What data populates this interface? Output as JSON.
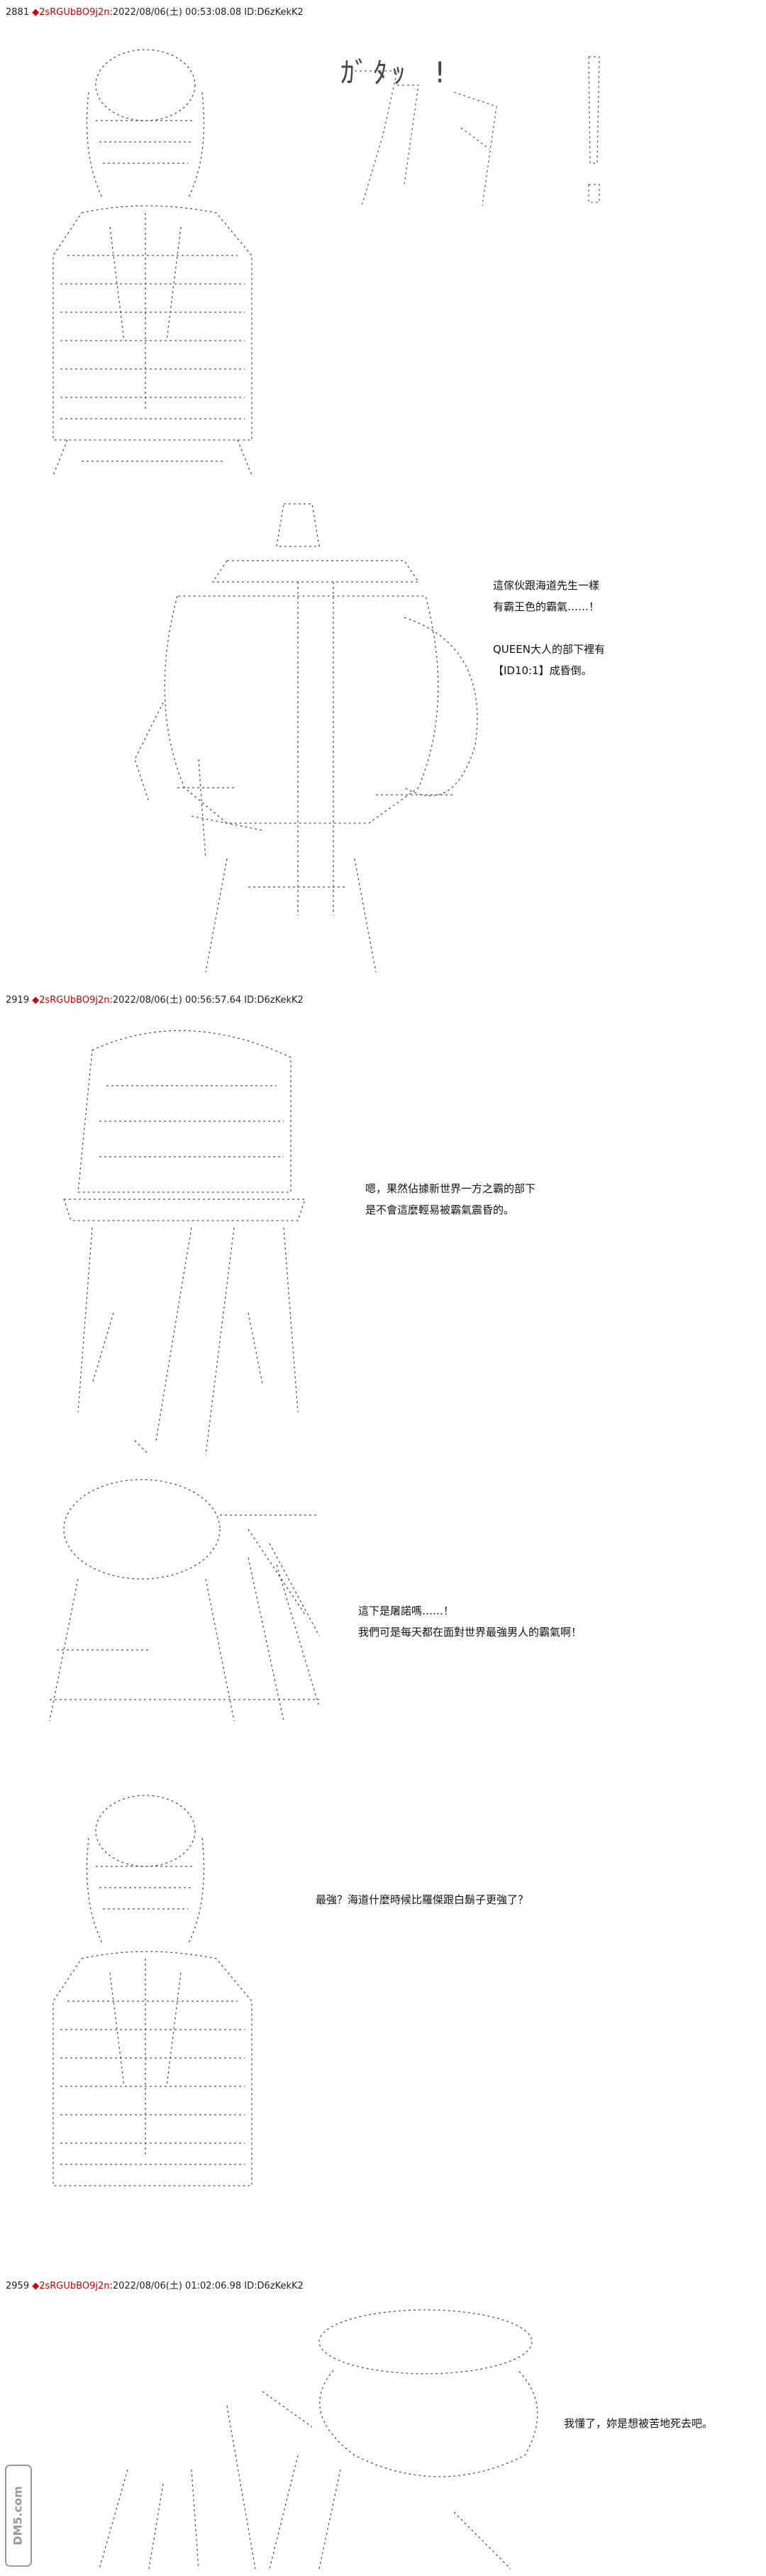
{
  "posts": [
    {
      "number": "2881",
      "diamond": "◆",
      "trip": "2sRGUbBO9j2n",
      "meta": ":2022/08/06(土) 00:53:08.08 ID:D6zKekK2"
    },
    {
      "number": "2919",
      "diamond": "◆",
      "trip": "2sRGUbBO9j2n",
      "meta": ":2022/08/06(土) 00:56:57.64 ID:D6zKekK2"
    },
    {
      "number": "2959",
      "diamond": "◆",
      "trip": "2sRGUbBO9j2n",
      "meta": ":2022/08/06(土) 01:02:06.98 ID:D6zKekK2"
    }
  ],
  "sfx": {
    "text": "ｶﾞﾀｯ !"
  },
  "dialogs": {
    "panel2": [
      "這傢伙跟海道先生一樣",
      "有霸王色的霸氣……！",
      "",
      "QUEEN大人的部下裡有",
      "【ID10:1】成昏倒。"
    ],
    "panel3": [
      "嗯，果然佔據新世界一方之霸的部下",
      "是不會這麼輕易被霸氣震昏的。"
    ],
    "panel4": [
      "這下是屠諾嗎……！",
      "我們可是每天都在面對世界最強男人的霸氣啊！"
    ],
    "panel5": [
      "最強？海道什麼時候比羅傑跟白鬍子更強了？"
    ],
    "panel6": [
      "我懂了，妳是想被苦地死去吧。"
    ]
  },
  "watermark": {
    "text": "DM5.com"
  },
  "colors": {
    "trip": "#cc0000",
    "text": "#111111",
    "art": "#444444"
  }
}
